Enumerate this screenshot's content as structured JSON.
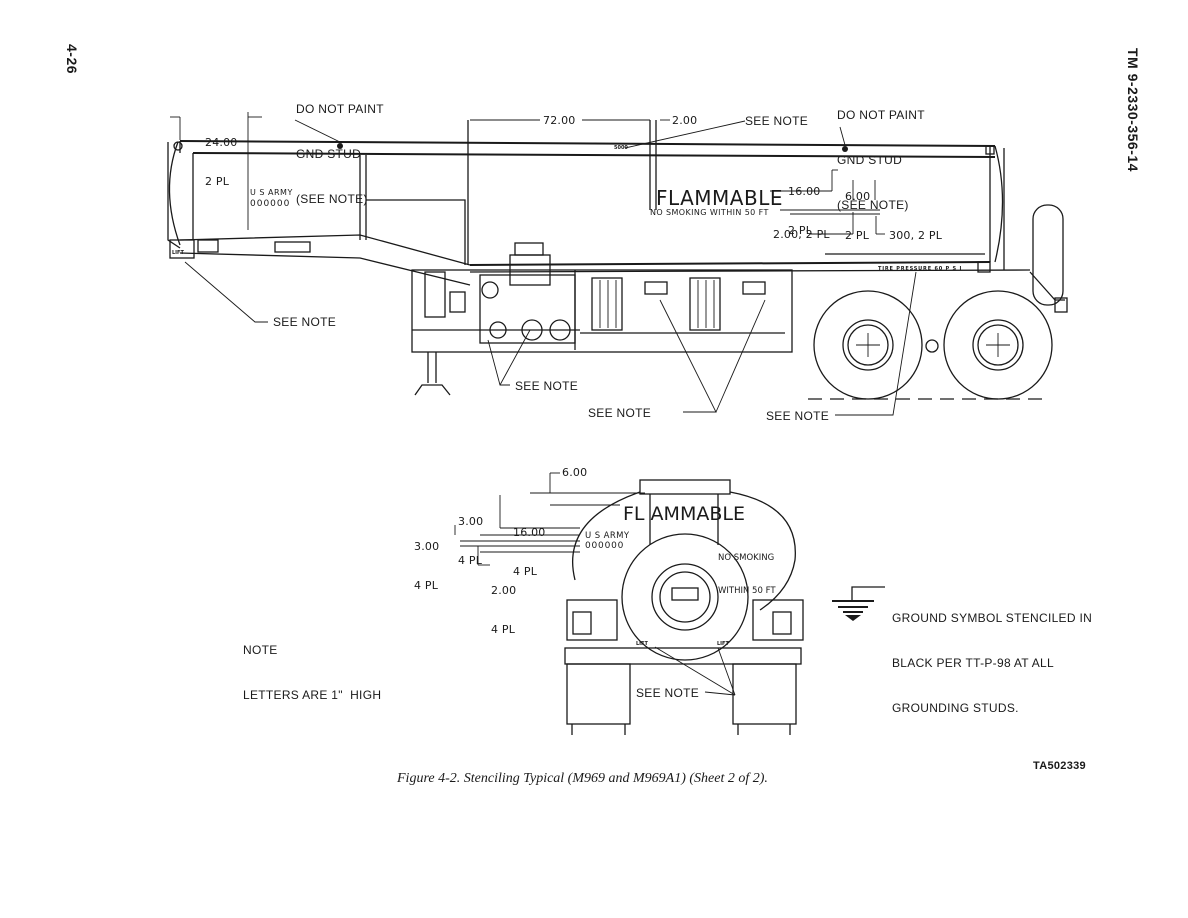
{
  "page": {
    "page_number": "4-26",
    "manual_id": "TM 9-2330-356-14",
    "figure_caption": "Figure 4-2. Stenciling Typical (M969 and M969A1) (Sheet 2 of 2).",
    "art_id": "TA502339"
  },
  "side_view": {
    "gnd_stud_left": [
      "DO NOT PAINT",
      "GND STUD",
      "(SEE NOTE)"
    ],
    "gnd_stud_right": [
      "DO NOT PAINT",
      "GND STUD",
      "(SEE NOTE)"
    ],
    "dim_24": [
      "24.00",
      "2 PL"
    ],
    "dim_72": "72.00",
    "dim_2": "2.00",
    "see_note_top": "SEE NOTE",
    "capacity_stencil": "5000",
    "us_army": "U S ARMY",
    "registration": "000000",
    "flammable": "FLAMMABLE",
    "no_smoking": "NO SMOKING WITHIN 50 FT",
    "dim_16": [
      "16.00",
      "2 PL"
    ],
    "dim_6": [
      "6.00",
      "2 PL"
    ],
    "dim_2_pl": "2.00, 2 PL",
    "dim_3_pl": "300, 2 PL",
    "tire_pressure": "TIRE PRESSURE 60 P S I",
    "lift_label": "LIFT",
    "see_note_left": "SEE NOTE",
    "see_note_pump": "SEE NOTE",
    "see_note_reels": "SEE NOTE",
    "see_note_axle": "SEE NOTE"
  },
  "rear_view": {
    "dim_6": "6.00",
    "dim_3a": [
      "3.00",
      "4 PL"
    ],
    "dim_16": [
      "16.00",
      "4 PL"
    ],
    "dim_3b": [
      "3.00",
      "4 PL"
    ],
    "dim_2": [
      "2.00",
      "4 PL"
    ],
    "flammable": "FL AMMABLE",
    "us_army": "U S ARMY",
    "registration": "000000",
    "no_smoking": [
      "NO SMOKING",
      "WITHIN 50 FT"
    ],
    "lift_left": "LIFT",
    "lift_right": "LIFT",
    "see_note": "SEE NOTE"
  },
  "legend": {
    "ground_symbol": [
      "GROUND SYMBOL STENCILED IN",
      "BLACK PER TT-P-98 AT ALL",
      "GROUNDING STUDS."
    ]
  },
  "note": {
    "title": "NOTE",
    "text": "LETTERS ARE 1\"  HIGH"
  }
}
